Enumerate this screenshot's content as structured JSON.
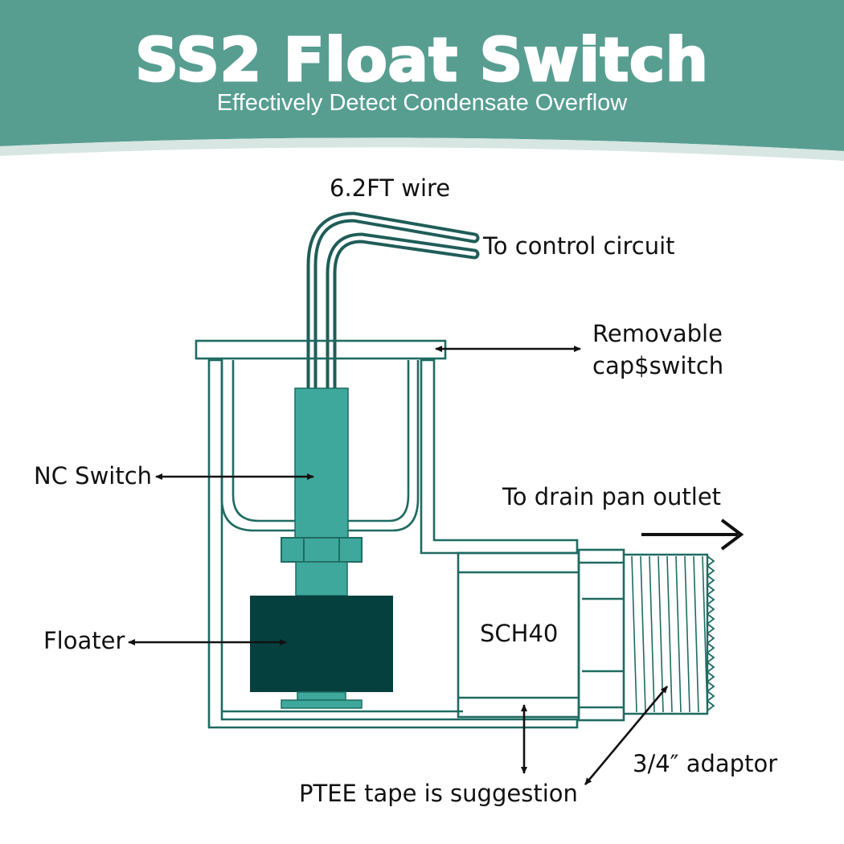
{
  "header": {
    "title": "SS2 Float Switch",
    "subtitle": "Effectively Detect Condensate Overflow"
  },
  "labels": {
    "wire": "6.2FT wire",
    "control": "To control circuit",
    "cap_line1": "Removable",
    "cap_line2": "cap$switch",
    "nc_switch": "NC Switch",
    "drain": "To drain pan outlet",
    "floater": "Floater",
    "sch40": "SCH40",
    "adaptor": "3/4″ adaptor",
    "ptee": "PTEE tape is suggestion"
  },
  "colors": {
    "header_bg": "#579e91",
    "switch_body": "#3ea89c",
    "floater": "#05403f",
    "outline": "#1f6b62",
    "wire": "#1f5d58"
  }
}
